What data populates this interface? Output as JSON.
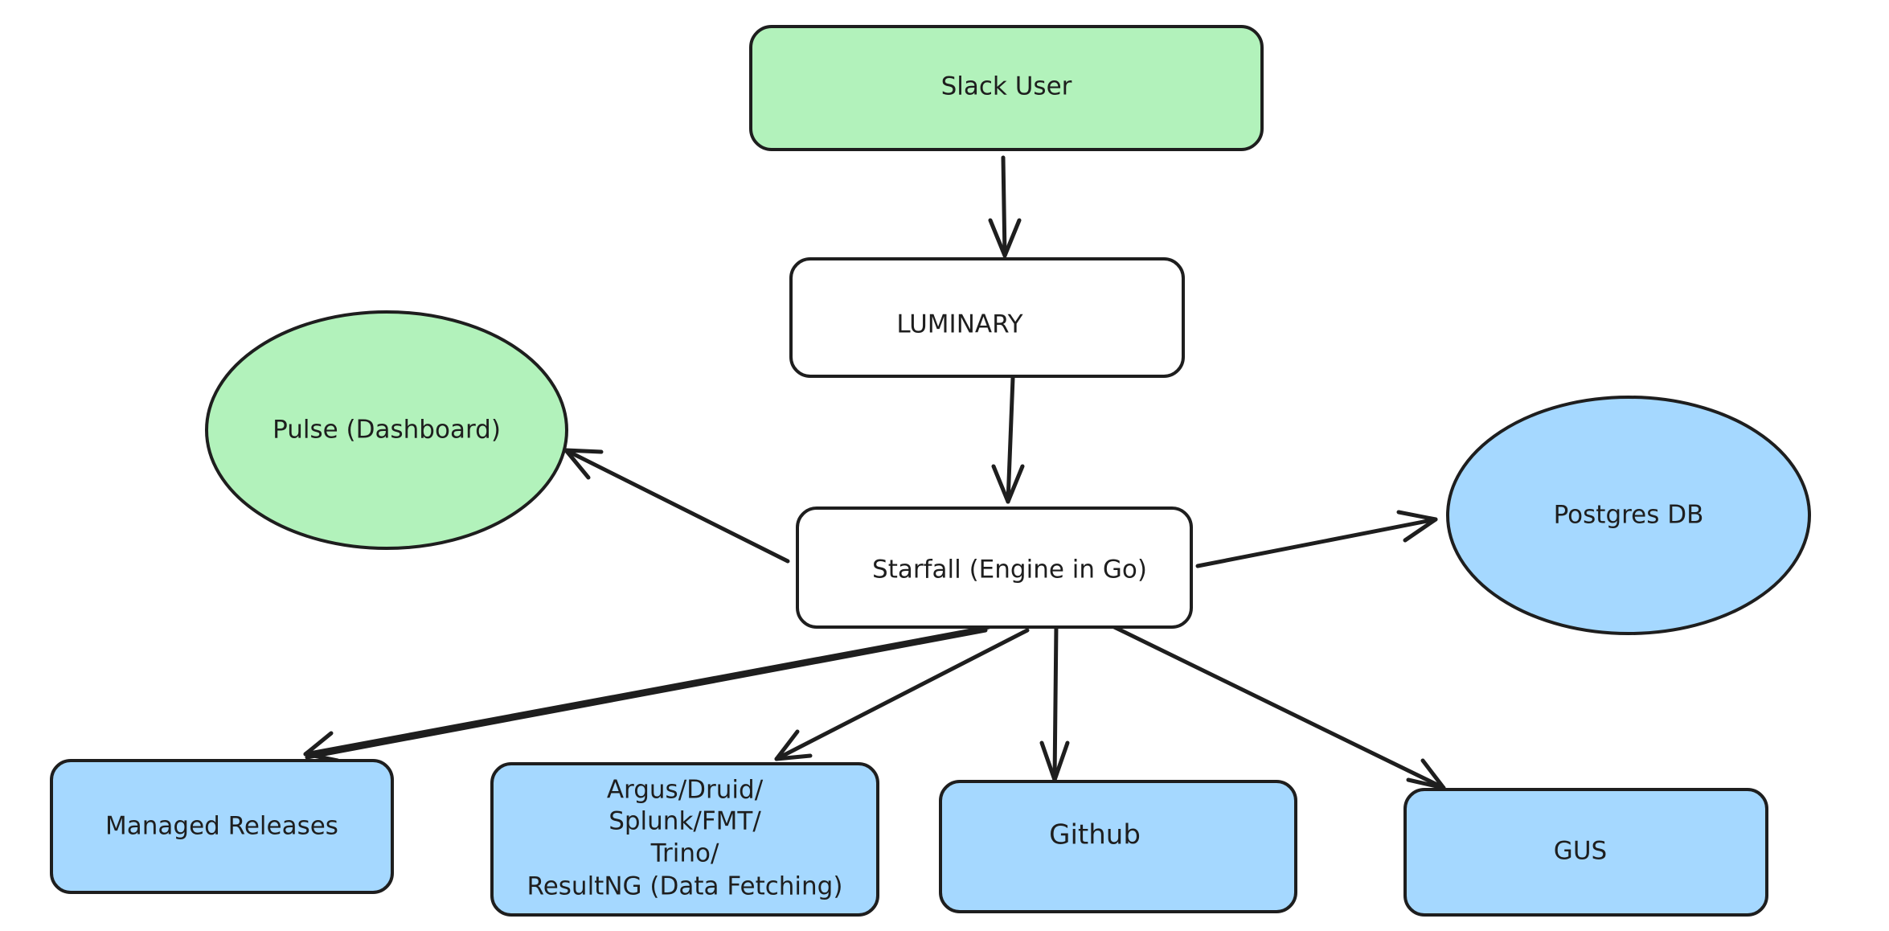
{
  "nodes": {
    "slack_user": {
      "label": "Slack User"
    },
    "luminary": {
      "label": "LUMINARY"
    },
    "pulse": {
      "label": "Pulse (Dashboard)"
    },
    "starfall": {
      "label": "Starfall (Engine in Go)"
    },
    "postgres": {
      "label": "Postgres DB"
    },
    "managed_releases": {
      "label": "Managed Releases"
    },
    "data_fetching": {
      "lines": [
        "Argus/Druid/",
        "Splunk/FMT/",
        "Trino/",
        "ResultNG (Data Fetching)"
      ]
    },
    "github": {
      "label": "Github"
    },
    "gus": {
      "label": "GUS"
    }
  },
  "edges": [
    {
      "from": "Slack User",
      "to": "LUMINARY"
    },
    {
      "from": "LUMINARY",
      "to": "Starfall (Engine in Go)"
    },
    {
      "from": "Starfall (Engine in Go)",
      "to": "Pulse (Dashboard)"
    },
    {
      "from": "Starfall (Engine in Go)",
      "to": "Postgres DB"
    },
    {
      "from": "Starfall (Engine in Go)",
      "to": "Managed Releases"
    },
    {
      "from": "Starfall (Engine in Go)",
      "to": "Argus/Druid/Splunk/FMT/Trino/ResultNG (Data Fetching)"
    },
    {
      "from": "Starfall (Engine in Go)",
      "to": "Github"
    },
    {
      "from": "Starfall (Engine in Go)",
      "to": "GUS"
    }
  ],
  "colors": {
    "stroke": "#1e1e1e",
    "green_fill": "#b2f2bb",
    "blue_fill": "#a5d8ff",
    "white_fill": "#ffffff",
    "background": "#ffffff"
  }
}
